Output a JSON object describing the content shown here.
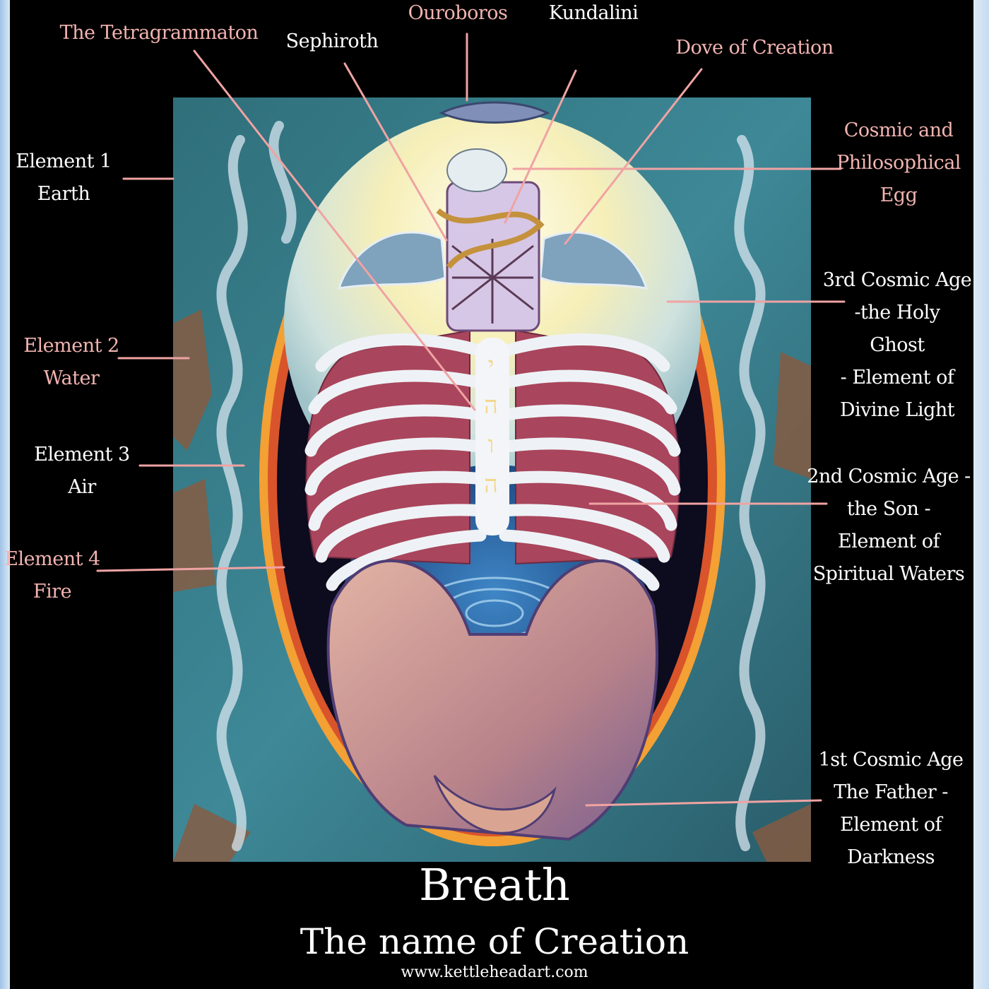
{
  "title": "Breath",
  "subtitle": "The name of Creation",
  "website": "www.kettleheadart.com",
  "colors": {
    "background": "#000000",
    "label_pink": "#f2b4b1",
    "label_white": "#ffffff",
    "leader_line": "#f0a3a3"
  },
  "labels": {
    "ouroboros": "Ouroboros",
    "kundalini": "Kundalini",
    "tetragrammaton": "The Tetragrammaton",
    "sephiroth": "Sephiroth",
    "dove": "Dove of Creation",
    "cosmic_egg": [
      "Cosmic and",
      "Philosophical",
      "Egg"
    ],
    "element1": [
      "Element 1",
      "Earth"
    ],
    "element2": [
      "Element 2",
      "Water"
    ],
    "element3": [
      "Element 3",
      "Air"
    ],
    "element4": [
      "Element 4",
      "Fire"
    ],
    "age3": [
      "3rd Cosmic Age",
      "-the Holy",
      "Ghost",
      "- Element of",
      "Divine Light"
    ],
    "age2": [
      "2nd Cosmic Age -",
      "the Son -",
      "Element of",
      "Spiritual Waters"
    ],
    "age1": [
      "1st Cosmic Age",
      "The Father  -",
      "Element of",
      "Darkness"
    ]
  },
  "hebrew_letters": [
    "י",
    "ה",
    "ו",
    "ה"
  ]
}
